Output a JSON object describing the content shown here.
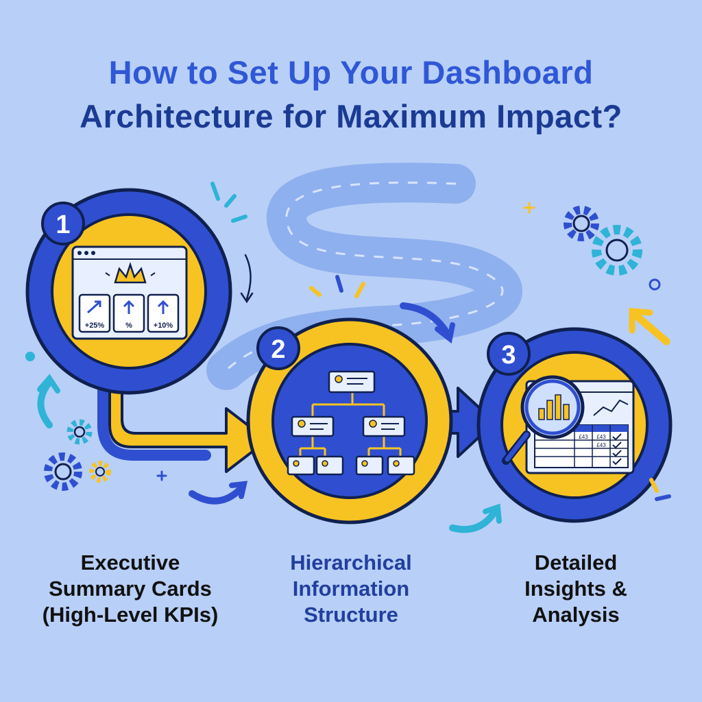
{
  "title": {
    "line1": "How to Set Up Your Dashboard",
    "line2": "Architecture for Maximum Impact?"
  },
  "colors": {
    "background": "#b8cff7",
    "primary_blue": "#2f4fd0",
    "accent_yellow": "#f7c322",
    "teal": "#2fb3d6",
    "outline": "#10204f"
  },
  "steps": [
    {
      "number": "1",
      "caption": [
        "Executive",
        "Summary Cards",
        "(High-Level KPIs)"
      ],
      "icon": "dashboard-kpi-cards-icon",
      "kpis": [
        "+25%",
        "%",
        "+10%"
      ]
    },
    {
      "number": "2",
      "caption": [
        "Hierarchical",
        "Information",
        "Structure"
      ],
      "icon": "org-chart-icon"
    },
    {
      "number": "3",
      "caption": [
        "Detailed",
        "Insights &",
        "Analysis"
      ],
      "icon": "magnifier-analytics-icon",
      "table_cells": [
        "£43",
        "£43",
        "£43"
      ]
    }
  ]
}
